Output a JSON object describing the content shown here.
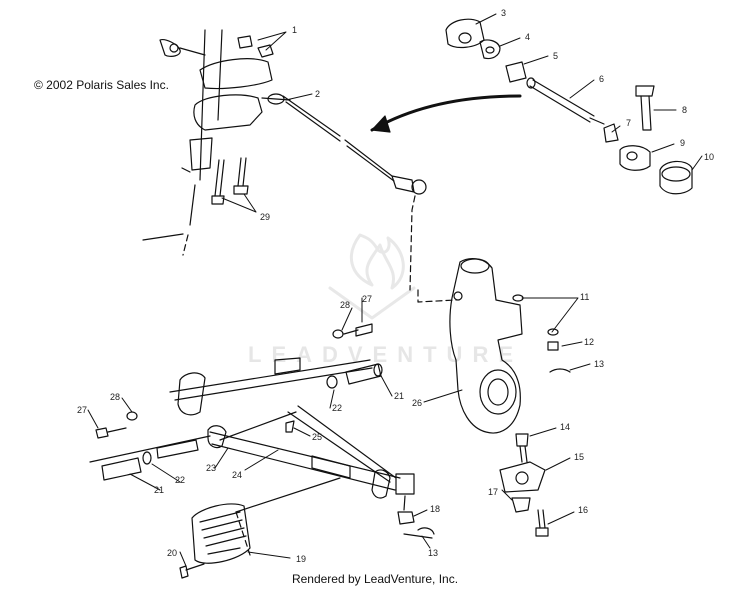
{
  "copyright": "© 2002 Polaris Sales Inc.",
  "footer": "Rendered by LeadVenture, Inc.",
  "watermark": "LEADVENTURE",
  "callouts": [
    "1",
    "2",
    "3",
    "4",
    "5",
    "6",
    "7",
    "8",
    "9",
    "10",
    "11",
    "12",
    "13",
    "14",
    "15",
    "16",
    "17",
    "18",
    "19",
    "20",
    "21",
    "22",
    "23",
    "24",
    "25",
    "26",
    "27",
    "28",
    "29"
  ],
  "callouts_repeat": [
    "13",
    "21",
    "22",
    "27",
    "28"
  ]
}
